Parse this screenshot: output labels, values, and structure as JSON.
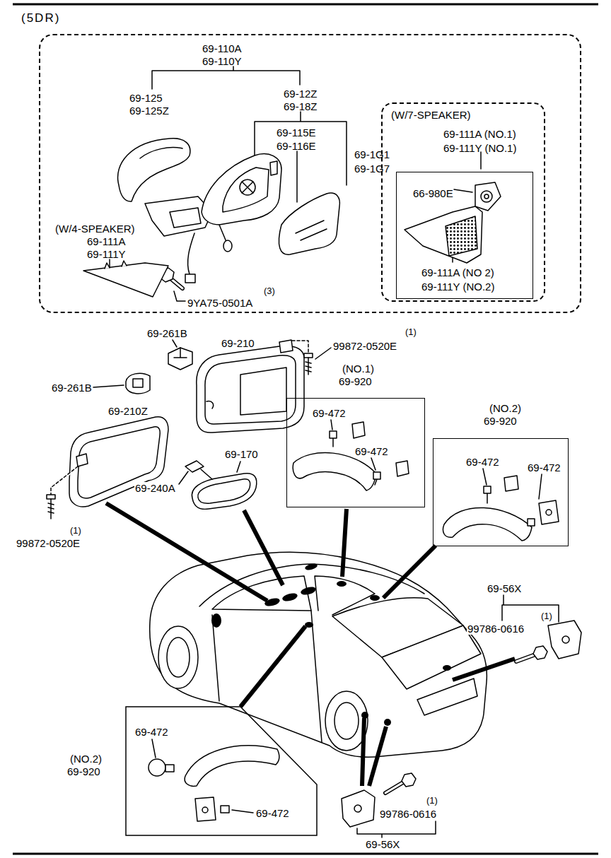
{
  "diagram": {
    "title": "(5DR)",
    "nodes": [
      {
        "text": [
          "69-110A",
          "69-110Y",
          "69-125",
          "69-125Z",
          "69-12Z",
          "69-18Z",
          "69-115E",
          "69-116E",
          "69-1G1",
          "69-1G7",
          "(W/4-SPEAKER)",
          "69-111A",
          "69-111Y",
          "(3)",
          "9YA75-0501A"
        ]
      },
      {
        "text": [
          "(W/7-SPEAKER)",
          "69-111A (NO.1)",
          "69-111Y (NO.1)"
        ],
        "in": 0
      },
      {
        "text": [
          "66-980E",
          "69-111A (NO 2)",
          "69-111Y (NO.2)"
        ],
        "in": 1
      },
      {
        "text": [
          "(NO.1)",
          "69-920",
          "69-472",
          "69-472"
        ]
      },
      {
        "text": [
          "(NO.2)",
          "69-920",
          "69-472",
          "69-472"
        ]
      },
      {
        "text": [
          "(NO.2)",
          "69-920",
          "69-472",
          "69-472"
        ]
      }
    ],
    "labels": [
      "69-261B",
      "69-261B",
      "69-210",
      "(1)",
      "99872-0520E",
      "69-210Z",
      "69-170",
      "69-240A",
      "(1)",
      "99872-0520E",
      "69-56X",
      "(1)",
      "99786-0616",
      "(1)",
      "99786-0616",
      "69-56X"
    ]
  }
}
